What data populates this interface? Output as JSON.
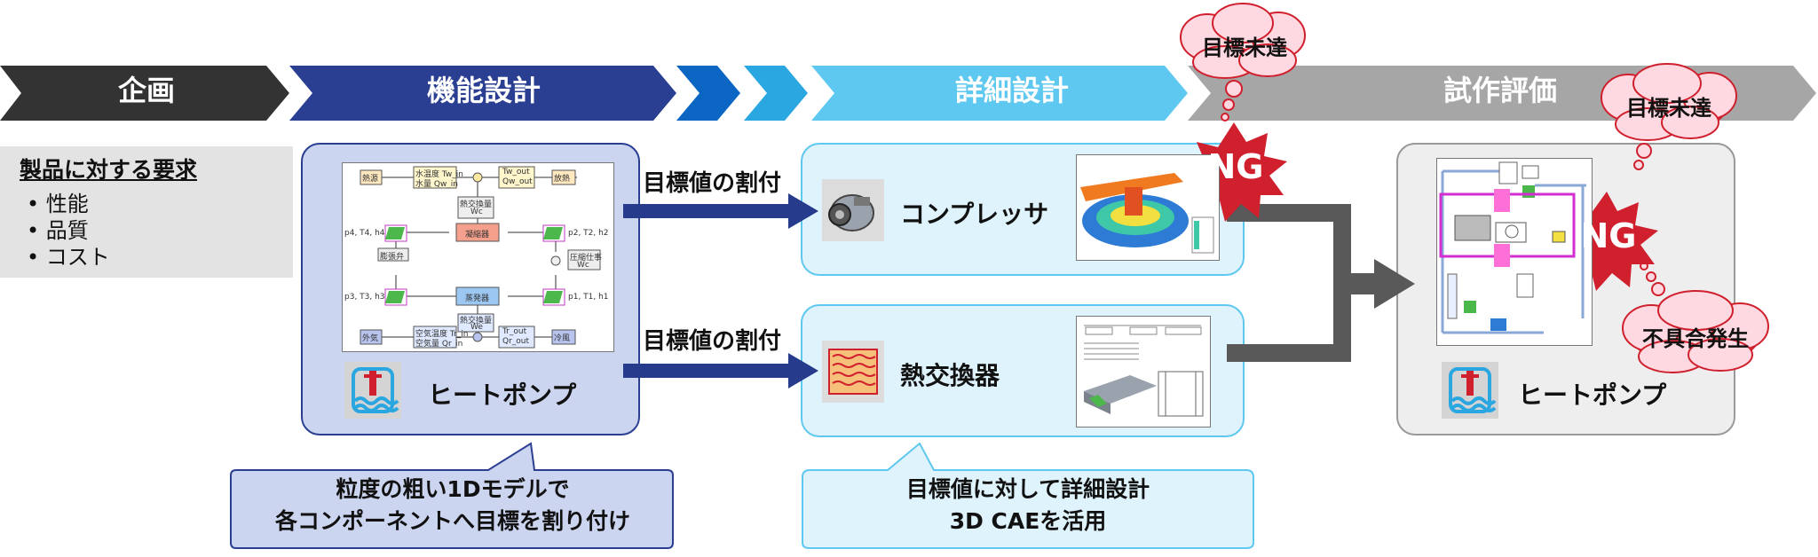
{
  "stages": [
    {
      "label": "企画"
    },
    {
      "label": "機能設計"
    },
    {
      "label": "詳細設計"
    },
    {
      "label": "試作評価"
    }
  ],
  "requirements": {
    "title": "製品に対する要求",
    "items": [
      "性能",
      "品質",
      "コスト"
    ]
  },
  "functional": {
    "system_label": "ヒートポンプ",
    "callout_line1": "粒度の粗い1Dモデルで",
    "callout_line2": "各コンポーネントへ目標を割り付け",
    "diagram": {
      "heat_source": "熱源",
      "water_temp": "水温度 Tw_in",
      "water_flow": "水量 Qw_in",
      "out_temp": "Tw_out",
      "out_flow": "Qw_out",
      "heat_release": "放熱",
      "heat_exchange_1": "熱交換量",
      "wc": "Wc",
      "condenser": "凝縮器",
      "expansion": "膨張弁",
      "compressor_spec": "圧縮仕事",
      "wcomp": "Wc",
      "evaporator": "蒸発器",
      "heat_exchange_2": "熱交換量",
      "we": "We",
      "outside": "外気",
      "air_temp": "空気温度 Tr_in",
      "air_flow": "空気量 Qr_in",
      "air_out_temp": "Tr_out",
      "air_out_flow": "Qr_out",
      "cooling": "冷風",
      "p4": "p4, T4, h4",
      "p3": "p3, T3, h3",
      "p2": "p2, T2, h2",
      "p1": "p1, T1, h1"
    }
  },
  "detailed": {
    "assign_label_1": "目標値の割付",
    "assign_label_2": "目標値の割付",
    "compressor_label": "コンプレッサ",
    "heat_exchanger_label": "熱交換器",
    "callout_line1": "目標値に対して詳細設計",
    "callout_line2": "3D CAEを活用",
    "cloud_1": "目標未達",
    "ng_1": "NG"
  },
  "prototype": {
    "system_label": "ヒートポンプ",
    "cloud_2": "目標未達",
    "cloud_3": "不具合発生",
    "ng_2": "NG"
  },
  "colors": {
    "stage_planning": "#333333",
    "stage_functional": "#2a3f92",
    "stage_detailed": "#5fc8f0",
    "stage_prototype": "#a6a6a6",
    "panel_functional": "#ccd5f0",
    "panel_detailed": "#dff3fc",
    "arrow_blue": "#263b8c",
    "ng_red": "#d0202e",
    "cloud_pink": "#ffd9e1"
  }
}
